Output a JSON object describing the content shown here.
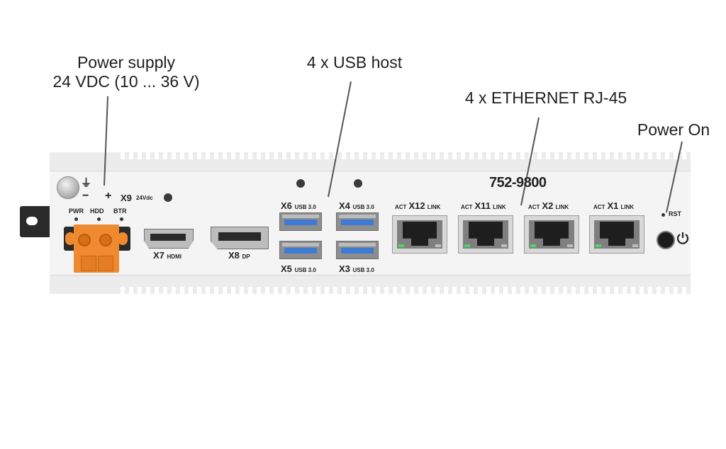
{
  "callouts": {
    "power_supply_line1": "Power supply",
    "power_supply_line2": "24 VDC (10 ... 36 V)",
    "usb_host": "4 x USB host",
    "ethernet": "4 x ETHERNET RJ-45",
    "power_on": "Power On"
  },
  "device": {
    "model": "752-9800",
    "ground_symbol": "⏚",
    "minus": "−",
    "plus": "+",
    "x9": "X9",
    "x9_spec": "24Vdc",
    "led_labels": [
      "PWR",
      "HDD",
      "BTR"
    ],
    "hdmi": {
      "port": "X7",
      "type": "HDMI"
    },
    "dp": {
      "port": "X8",
      "type": "DP"
    },
    "usb_ports": [
      {
        "port": "X6",
        "type": "USB 3.0"
      },
      {
        "port": "X5",
        "type": "USB 3.0"
      },
      {
        "port": "X4",
        "type": "USB 3.0"
      },
      {
        "port": "X3",
        "type": "USB 3.0"
      }
    ],
    "ethernet_ports": [
      {
        "act": "ACT",
        "port": "X12",
        "link": "LINK"
      },
      {
        "act": "ACT",
        "port": "X11",
        "link": "LINK"
      },
      {
        "act": "ACT",
        "port": "X2",
        "link": "LINK"
      },
      {
        "act": "ACT",
        "port": "X1",
        "link": "LINK"
      }
    ],
    "rst": "RST"
  },
  "colors": {
    "terminal": "#f08a30",
    "usb_tongue": "#3f7bd4",
    "ethernet_led": "#4fd36b",
    "chassis": "#ececec"
  }
}
